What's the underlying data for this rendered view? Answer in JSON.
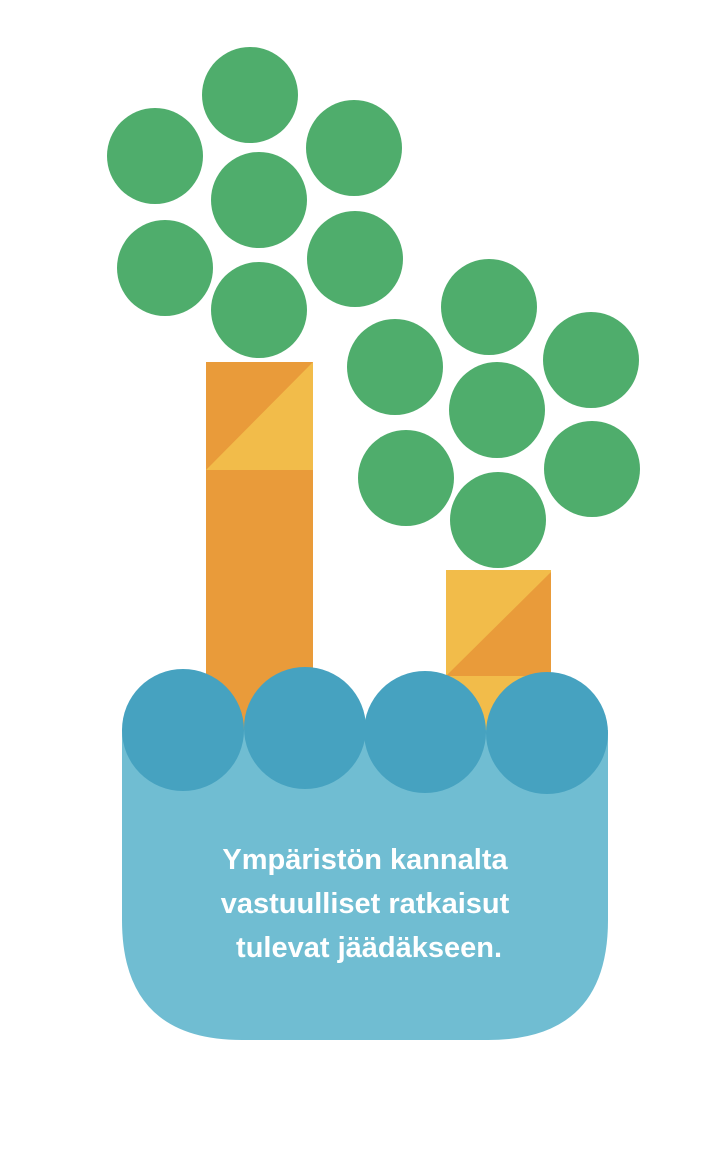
{
  "caption": {
    "lines": [
      "Ympäristön kannalta",
      "vastuulliset ratkaisut",
      " tulevat jäädäkseen."
    ]
  },
  "colors": {
    "background": "#ffffff",
    "smoke_green": "#4fad6c",
    "chimney_orange": "#e99b3a",
    "chimney_yellow": "#f2bc4a",
    "water_dark_blue": "#46a2c0",
    "water_light_blue": "#70bdd2",
    "caption_text": "#ffffff"
  },
  "illustration": {
    "icons": [
      "tall-chimney-icon",
      "short-chimney-icon",
      "smoke-cloud-icon",
      "wave-icon",
      "water-basin-icon"
    ]
  }
}
